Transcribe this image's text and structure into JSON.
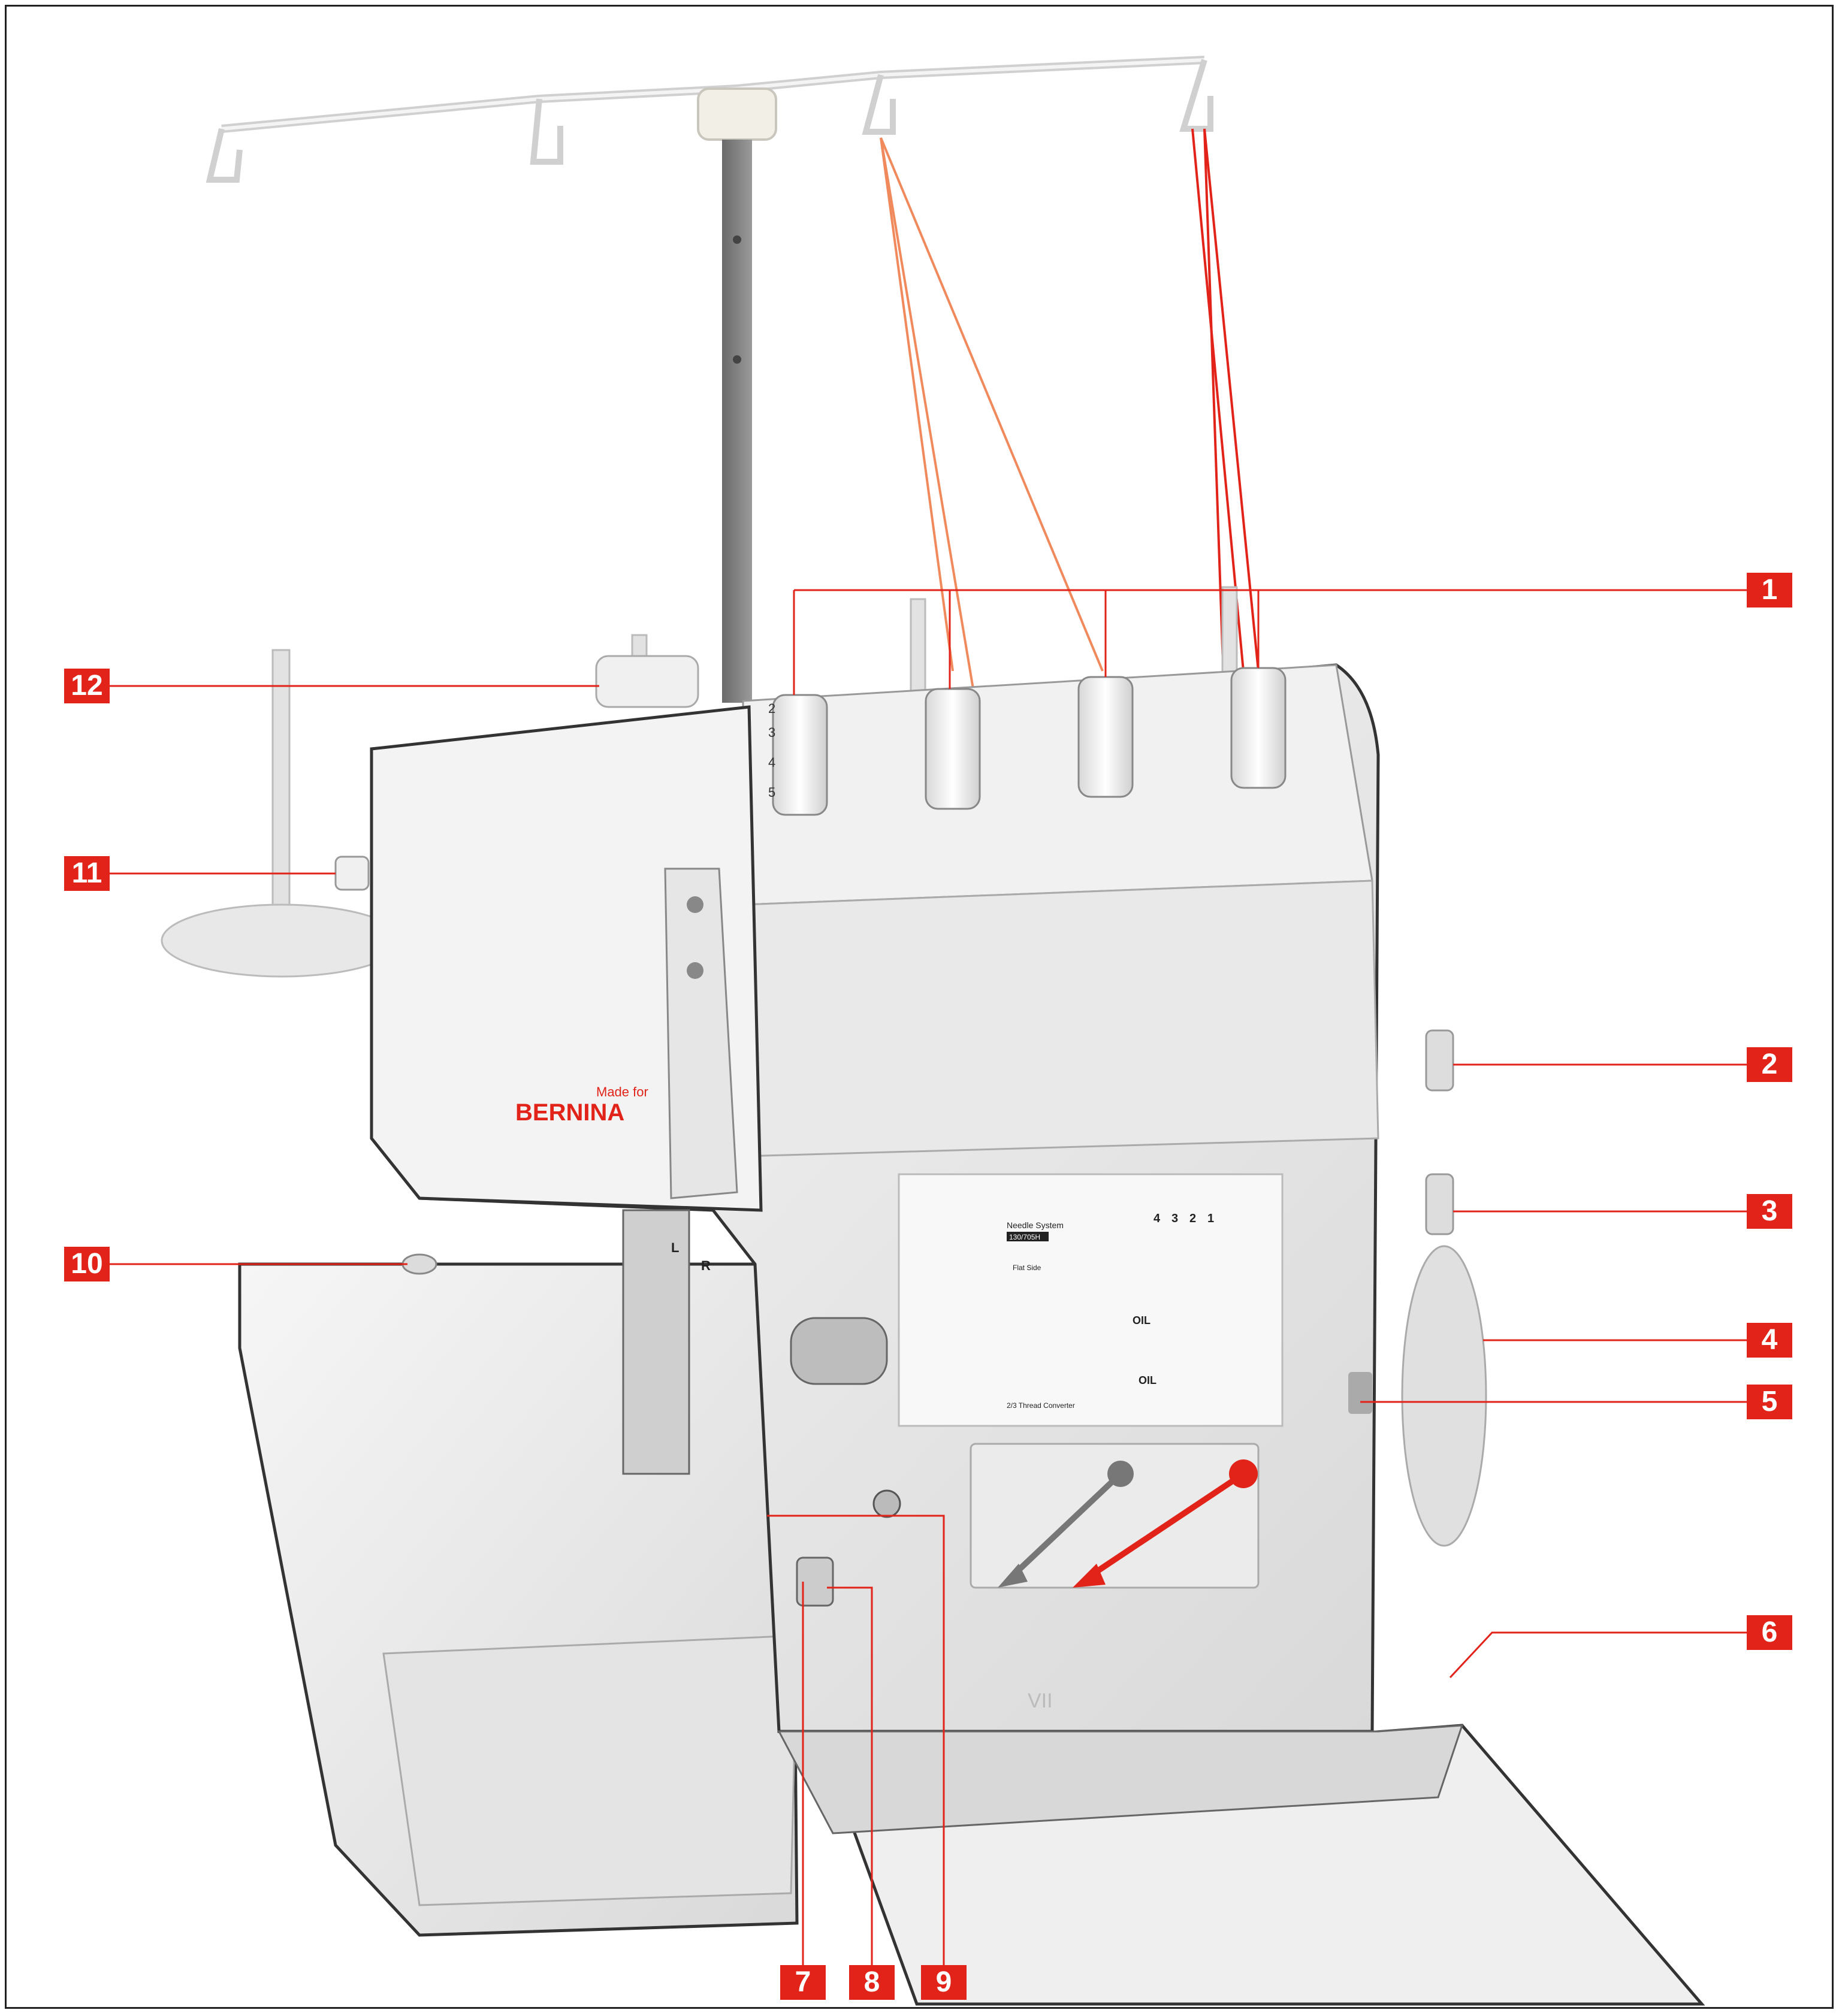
{
  "brand": {
    "made_for": "Made for",
    "name": "BERNINA"
  },
  "callouts": [
    {
      "id": "1"
    },
    {
      "id": "2"
    },
    {
      "id": "3"
    },
    {
      "id": "4"
    },
    {
      "id": "5"
    },
    {
      "id": "6"
    },
    {
      "id": "7"
    },
    {
      "id": "8"
    },
    {
      "id": "9"
    },
    {
      "id": "10"
    },
    {
      "id": "11"
    },
    {
      "id": "12"
    }
  ],
  "dial_scale": [
    "2",
    "3",
    "4",
    "5"
  ],
  "threading_chart": {
    "needle_system": "Needle System",
    "needle_code": "130/705H",
    "flat_side": "Flat Side",
    "oil": "OIL",
    "converter": "2/3 Thread Converter",
    "thread_numbers": [
      "4",
      "3",
      "2",
      "1"
    ],
    "side_labels": [
      "L",
      "R"
    ]
  },
  "roman_mark": "VII",
  "colors": {
    "accent_red": "#e2231a",
    "thread_orange": "#f08a5d",
    "body_light": "#eeeeee",
    "body_shadow": "#c9c9c9",
    "outline": "#333333"
  }
}
